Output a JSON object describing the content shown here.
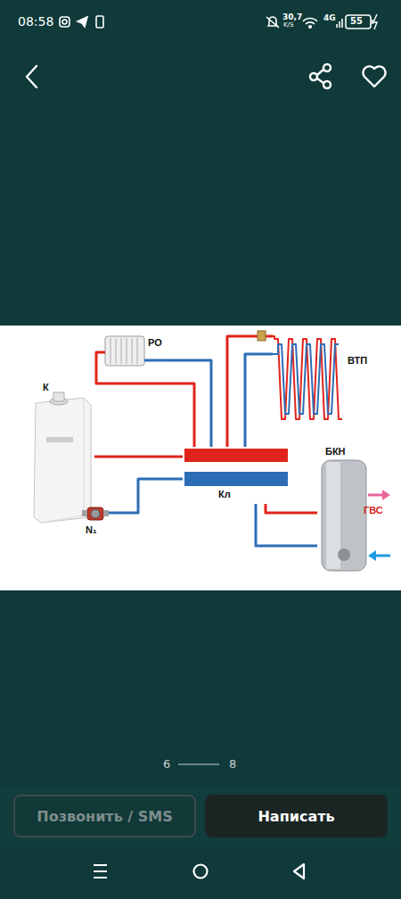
{
  "diagram": {
    "nodes": [
      {
        "text": [
          "РО"
        ]
      },
      {
        "text": [
          "ВТП"
        ]
      },
      {
        "text": [
          "К"
        ]
      },
      {
        "text": [
          "БКН"
        ]
      },
      {
        "text": [
          "Кл"
        ]
      },
      {
        "text": [
          "N₁"
        ]
      },
      {
        "text": [
          "Позвонить / SMS"
        ]
      },
      {
        "text": [
          "Написать"
        ]
      }
    ],
    "edges": [
      {
        "from": 2,
        "to": 4,
        "arrow": "none"
      },
      {
        "from": 4,
        "to": 5,
        "arrow": "none"
      },
      {
        "from": 5,
        "to": 2,
        "arrow": "none"
      },
      {
        "from": 0,
        "to": 4,
        "arrow": "none"
      },
      {
        "from": 0,
        "to": 4,
        "arrow": "none"
      },
      {
        "from": 4,
        "to": 1,
        "arrow": "none"
      },
      {
        "from": 1,
        "to": 4,
        "arrow": "none"
      },
      {
        "from": 4,
        "to": 3,
        "arrow": "none"
      },
      {
        "from": 3,
        "to": 4,
        "arrow": "none"
      }
    ],
    "labels": [
      "08:58",
      "30,7",
      "K/S",
      "4G",
      "55",
      "ГВС",
      "6",
      "8"
    ]
  }
}
